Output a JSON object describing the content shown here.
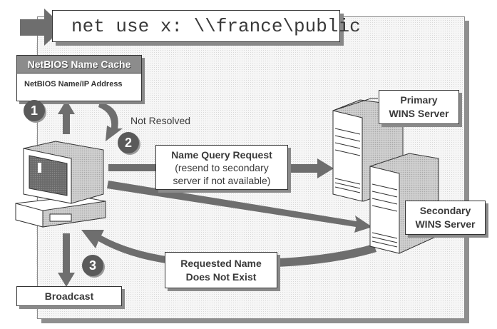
{
  "command": "net use x: \\\\france\\public",
  "cache": {
    "title": "NetBIOS Name Cache",
    "row": "NetBIOS Name/IP Address"
  },
  "steps": {
    "one": "1",
    "two": "2",
    "three": "3"
  },
  "labels": {
    "not_resolved": "Not Resolved",
    "query_line1": "Name Query Request",
    "query_line2": "(resend to secondary",
    "query_line3": "server if not available)",
    "primary_line1": "Primary",
    "primary_line2": "WINS Server",
    "secondary_line1": "Secondary",
    "secondary_line2": "WINS Server",
    "reply_line1": "Requested Name",
    "reply_line2": "Does Not Exist",
    "broadcast": "Broadcast"
  },
  "icons": {
    "client": "desktop-computer-icon",
    "primary_server": "tower-server-icon",
    "secondary_server": "tower-server-icon"
  },
  "colors": {
    "arrow": "#6e6e6e",
    "box_shadow": "#8a8a8a",
    "badge": "#5a5a5a",
    "text": "#3a3a3a"
  }
}
